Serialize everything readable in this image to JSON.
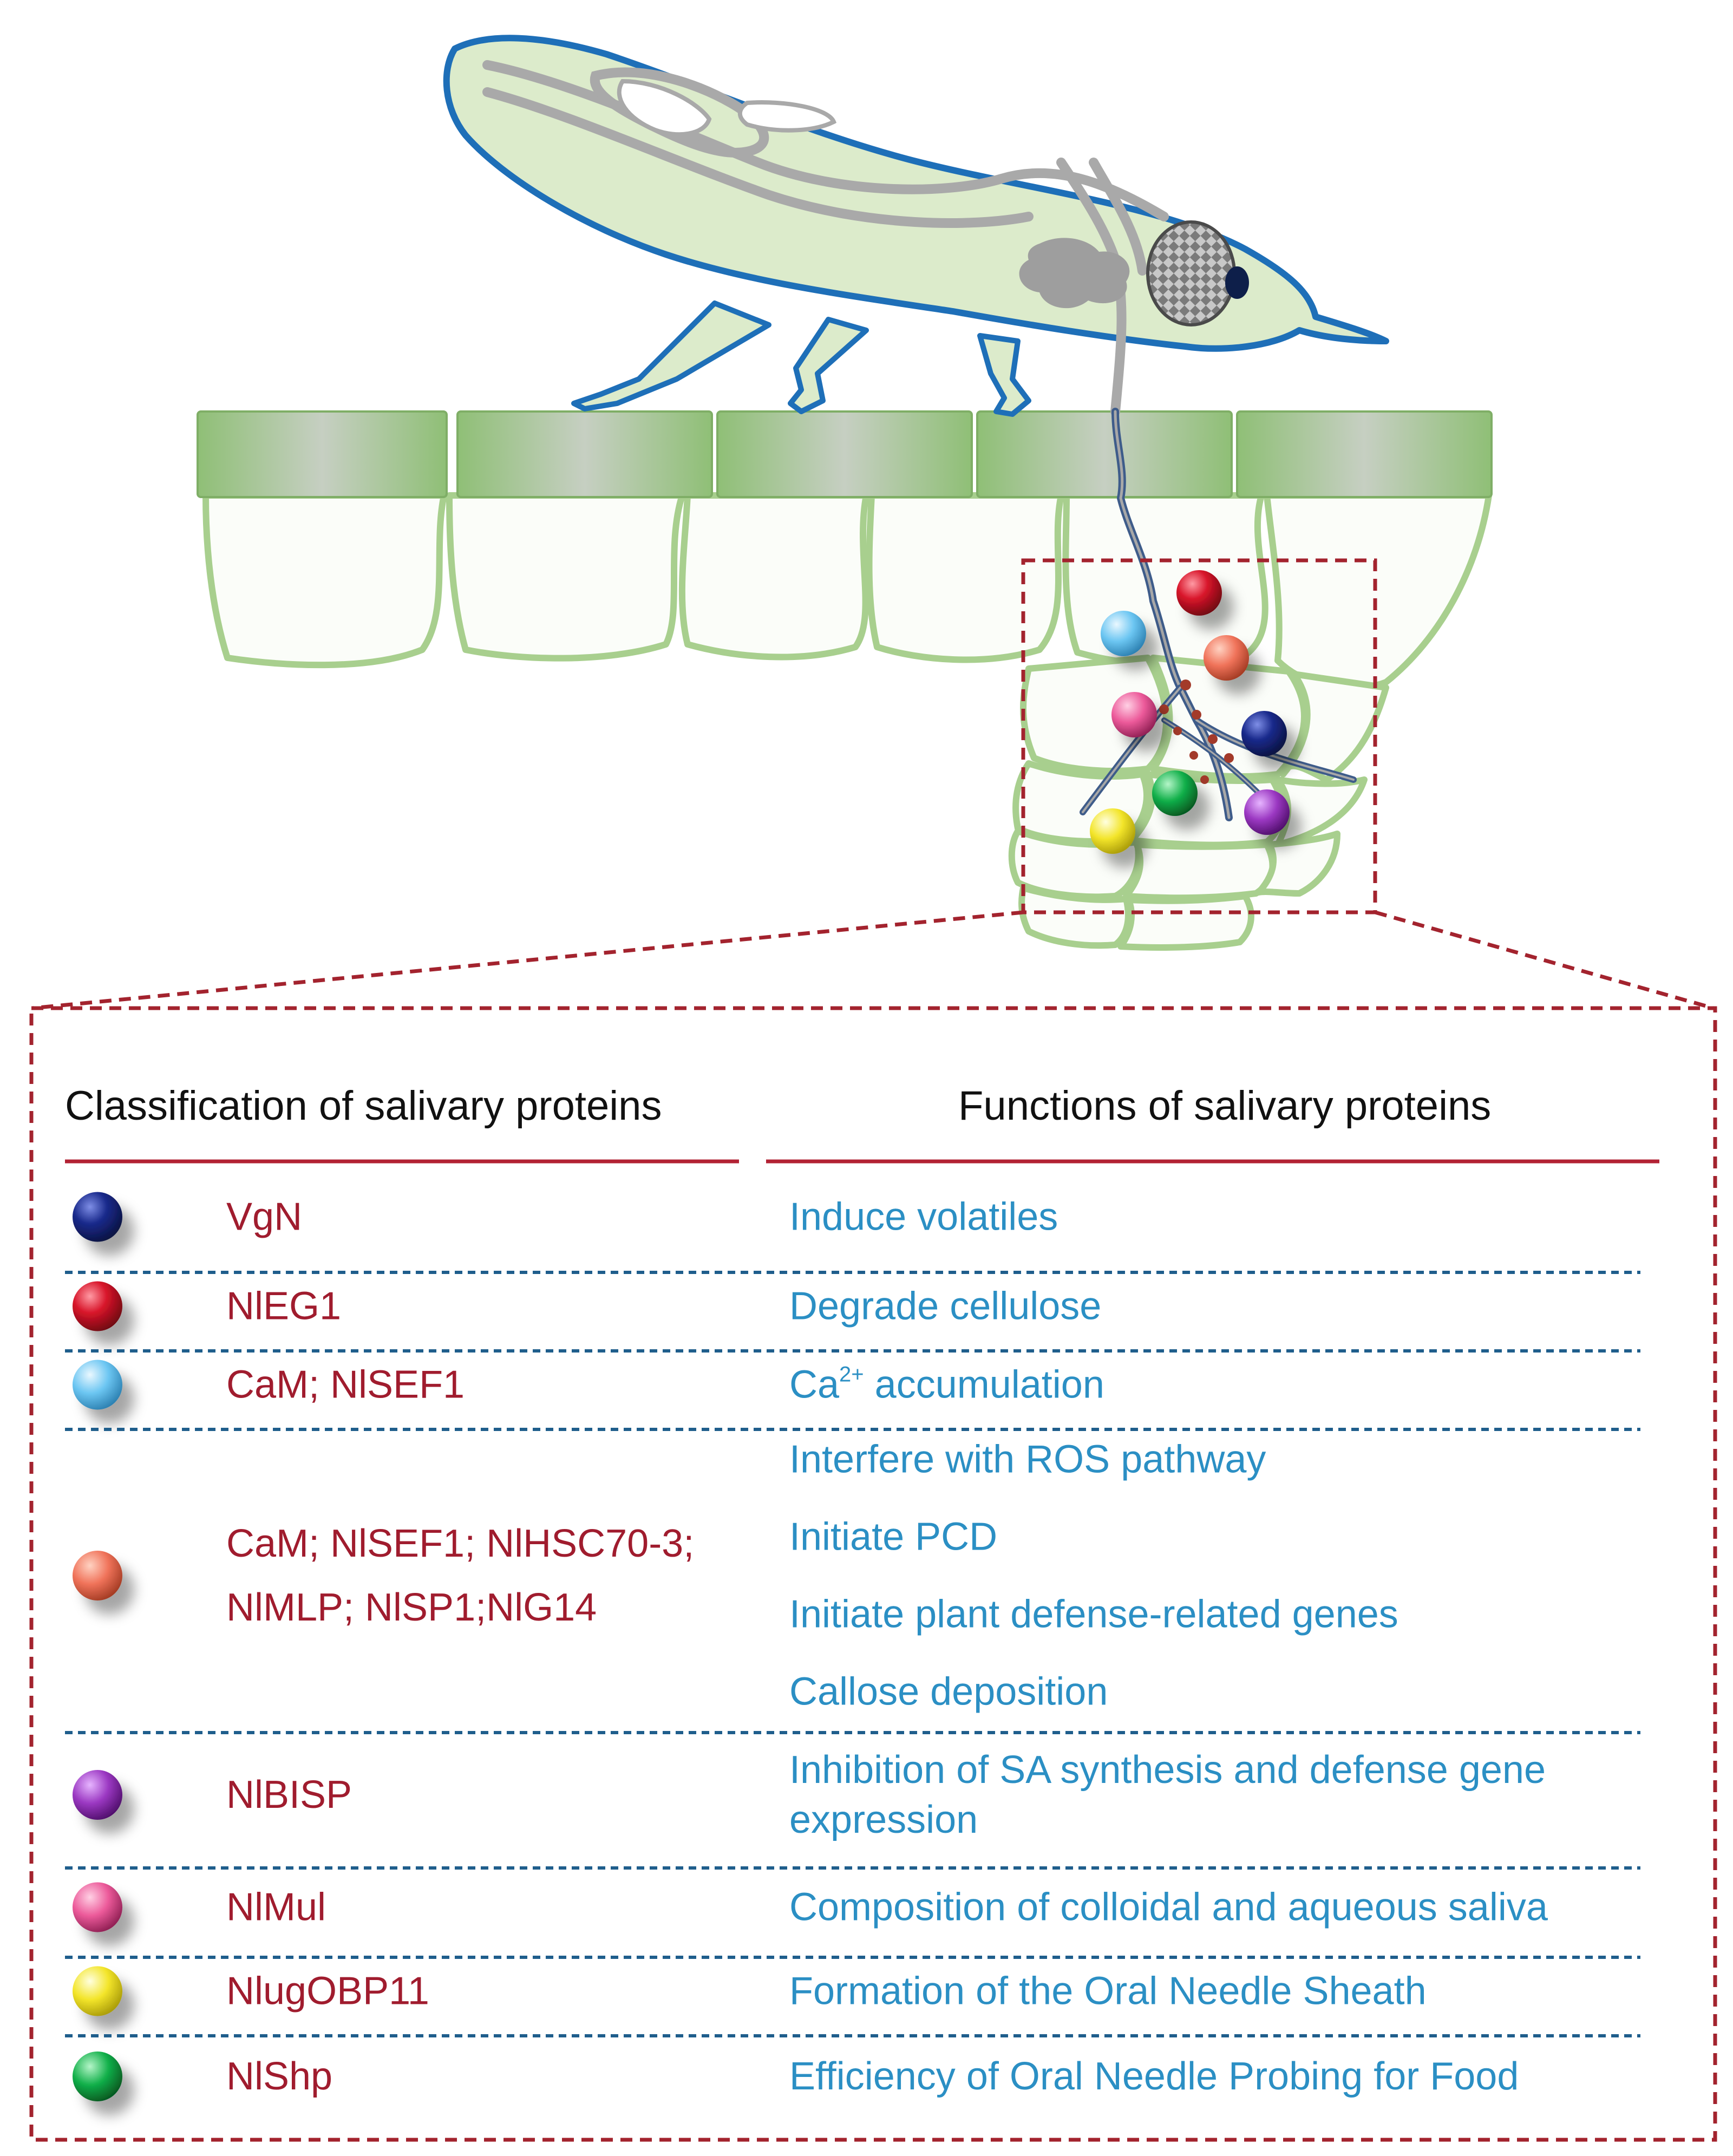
{
  "headers": {
    "classification": "Classification of salivary proteins",
    "functions": "Functions of salivary proteins"
  },
  "rows": [
    {
      "dot": "navy",
      "proteins": [
        "VgN"
      ],
      "functions": [
        "Induce volatiles"
      ]
    },
    {
      "dot": "red",
      "proteins": [
        "NlEG1"
      ],
      "functions": [
        "Degrade cellulose"
      ]
    },
    {
      "dot": "light-blue",
      "proteins": [
        "CaM; NlSEF1"
      ],
      "functions": [
        {
          "main": "Ca",
          "sup": "2+",
          "tail": " accumulation"
        }
      ]
    },
    {
      "dot": "salmon",
      "proteins": [
        "CaM; NlSEF1; NlHSC70-3;",
        "NlMLP; NlSP1;NlG14"
      ],
      "functions": [
        "Interfere with ROS pathway",
        "Initiate PCD",
        "Initiate plant defense-related genes",
        "Callose deposition"
      ]
    },
    {
      "dot": "purple",
      "proteins": [
        "NlBISP"
      ],
      "functions": [
        "Inhibition of SA synthesis and defense gene",
        "expression"
      ]
    },
    {
      "dot": "pink",
      "proteins": [
        "NlMul"
      ],
      "functions": [
        "Composition of colloidal and aqueous saliva"
      ]
    },
    {
      "dot": "yellow",
      "proteins": [
        "NlugOBP11"
      ],
      "functions": [
        "Formation of the Oral Needle Sheath"
      ]
    },
    {
      "dot": "green",
      "proteins": [
        "NlShp"
      ],
      "functions": [
        "Efficiency of Oral Needle Probing for Food"
      ]
    }
  ],
  "colors": {
    "protein_text": "#a01c2e",
    "function_text": "#2b8fc4",
    "header_rule": "#b22234",
    "row_divider": "#1f5e8c",
    "callout_border": "#a3232e",
    "insect_fill": "#dcebcb",
    "insect_outline": "#1e6fb8",
    "leaf_cell_outline": "#a8cf8e",
    "epidermis": "#8fbf76",
    "stylet": "#3e5c8a"
  },
  "dot_colors": {
    "navy": "#1a2a8c",
    "red": "#d8152a",
    "light-blue": "#6cc6f2",
    "salmon": "#f0735a",
    "purple": "#9b38c2",
    "pink": "#ec5a9a",
    "yellow": "#f3e52a",
    "green": "#12b04a"
  }
}
